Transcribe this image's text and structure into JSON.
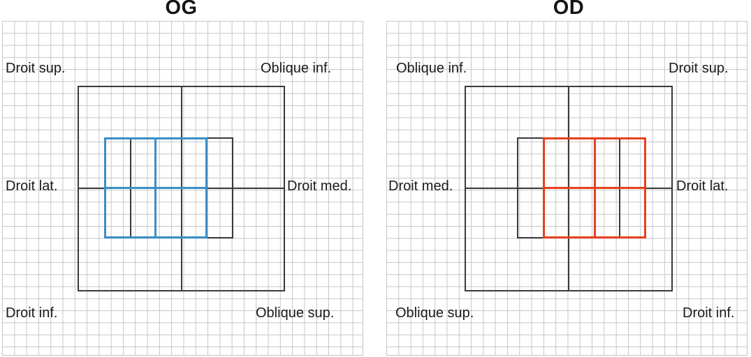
{
  "figure": {
    "type": "hess-chart-ocular-motility",
    "panels": [
      {
        "title": "OG",
        "labels": {
          "top_left": "Droit sup.",
          "top_right": "Oblique inf.",
          "mid_left": "Droit lat.",
          "mid_right": "Droit med.",
          "bottom_left": "Droit inf.",
          "bottom_right": "Oblique sup."
        },
        "field_color": "#3b8fc6",
        "field_shift": "left"
      },
      {
        "title": "OD",
        "labels": {
          "top_left": "Oblique inf.",
          "top_right": "Droit sup.",
          "mid_left": "Droit med.",
          "mid_right": "Droit lat.",
          "bottom_left": "Oblique sup.",
          "bottom_right": "Droit inf."
        },
        "field_color": "#e7401e",
        "field_shift": "right"
      }
    ],
    "colors": {
      "grid_line": "#c6c6c6",
      "outline": "#3a3a3a",
      "background": "#ffffff"
    }
  }
}
